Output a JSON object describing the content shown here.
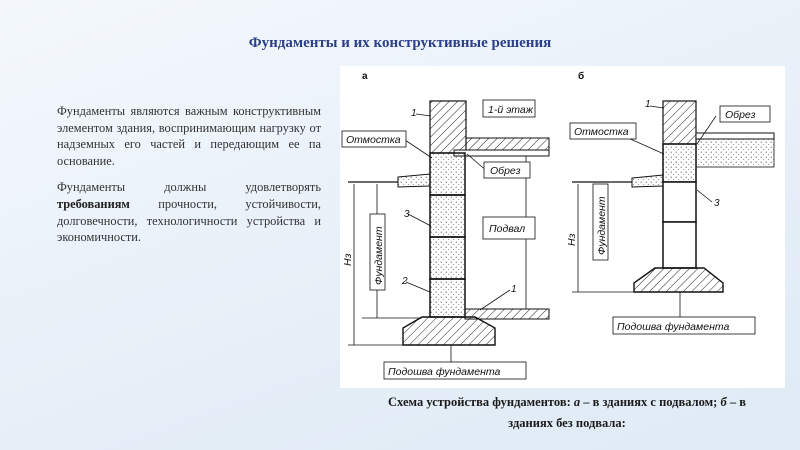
{
  "title": "Фундаменты и их конструктивные решения",
  "paragraph1": "Фундаменты являются важным конструктивным элементом здания, воспринимающим нагрузку от надземных его частей и передающим ее па основание.",
  "paragraph2": {
    "before": "Фундаменты должны удовлетворять ",
    "bold": "требованиям",
    "after": " прочности, устойчивости, долговечности, технологичности устройства и экономичности."
  },
  "diagram": {
    "panel_a": "а",
    "panel_b": "б",
    "a": {
      "floor1": "1-й этаж",
      "otmostka": "Отмостка",
      "obrez": "Обрез",
      "podval": "Подвал",
      "fundament": "Фундамент",
      "podoshva": "Подошва фундамента",
      "height": "Нз",
      "n1_top": "1",
      "n3": "3",
      "n2": "2",
      "n1_bottom": "1"
    },
    "b": {
      "obrez": "Обрез",
      "otmostka": "Отмостка",
      "fundament": "Фундамент",
      "podoshva": "Подошва фундамента",
      "height": "Нз",
      "n1": "1",
      "n3": "3"
    }
  },
  "caption": {
    "part1": "Схема устройства фундаментов: ",
    "a": "а",
    "part2": " – в зданиях с подвалом; ",
    "b": "б",
    "part3": " – в зданиях без подвала:"
  }
}
